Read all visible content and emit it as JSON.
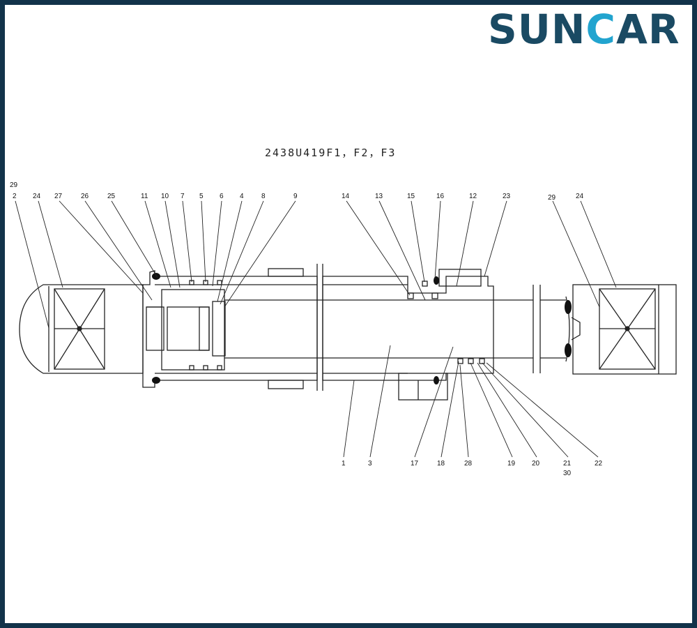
{
  "brand": {
    "name_part1": "SUN",
    "name_part2": "C",
    "name_part3": "AR",
    "color_dark": "#1a4a63",
    "color_accent": "#22a4cf",
    "border_color": "#12334a"
  },
  "drawing": {
    "title": "2438U419F1，F2，F3",
    "callouts": [
      "29",
      "2",
      "24",
      "27",
      "26",
      "25",
      "11",
      "10",
      "7",
      "5",
      "6",
      "4",
      "8",
      "9",
      "14",
      "13",
      "15",
      "16",
      "12",
      "23",
      "29",
      "24",
      "1",
      "3",
      "17",
      "18",
      "28",
      "19",
      "20",
      "21",
      "30",
      "22"
    ]
  }
}
